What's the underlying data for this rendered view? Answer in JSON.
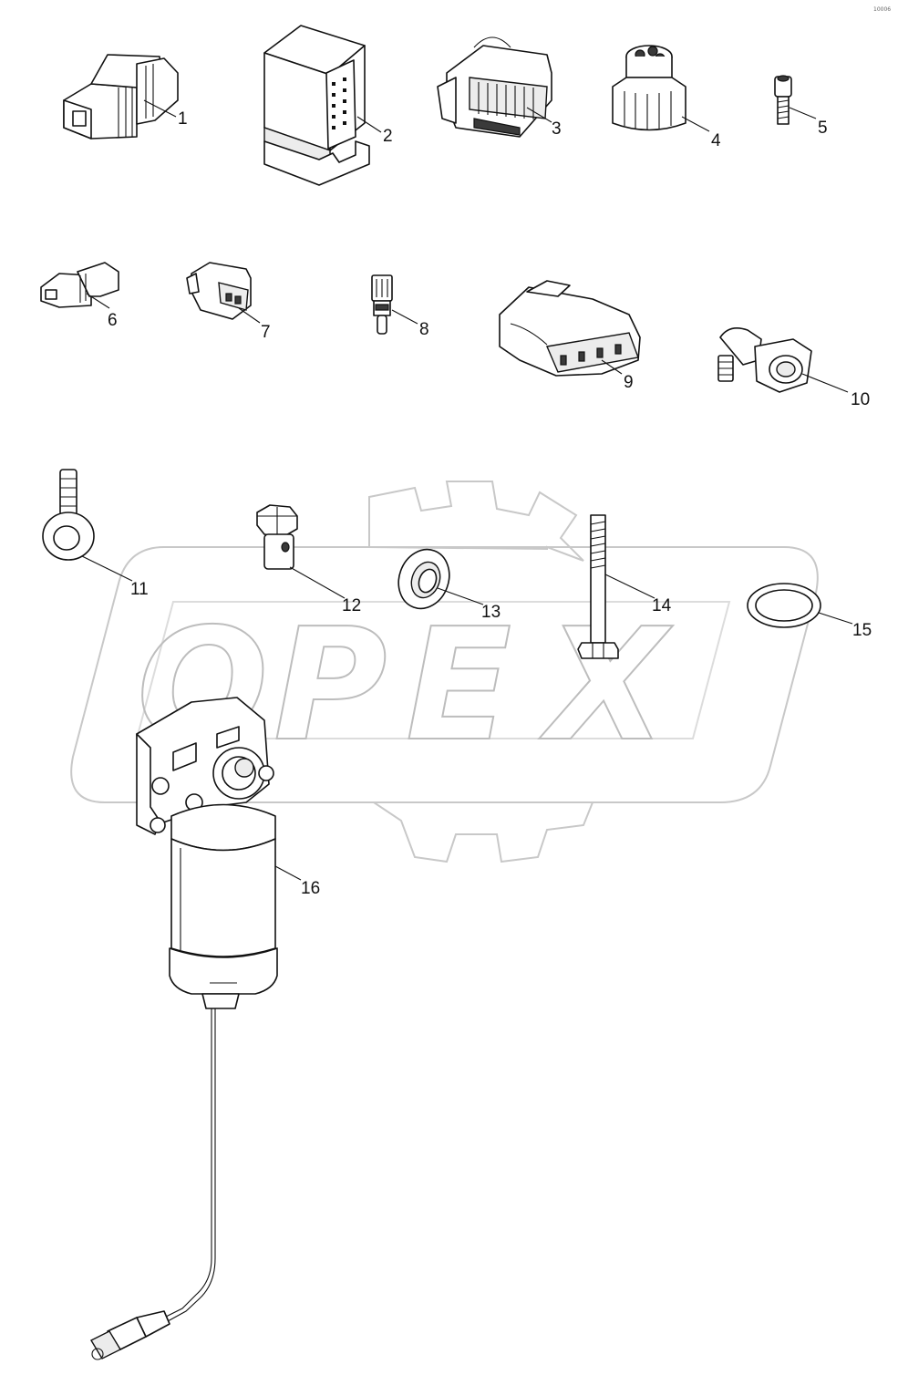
{
  "diagram": {
    "corner_mark": "10006",
    "watermark": {
      "text": "OPEX",
      "letters": [
        "O",
        "P",
        "E",
        "X"
      ]
    },
    "parts": [
      {
        "number": "1",
        "icon": "connector-2pin-icon"
      },
      {
        "number": "2",
        "icon": "relay-module-icon"
      },
      {
        "number": "3",
        "icon": "multipin-connector-icon"
      },
      {
        "number": "4",
        "icon": "round-connector-icon"
      },
      {
        "number": "5",
        "icon": "socket-head-screw-icon"
      },
      {
        "number": "6",
        "icon": "small-connector-icon"
      },
      {
        "number": "7",
        "icon": "clip-connector-icon"
      },
      {
        "number": "8",
        "icon": "temperature-sensor-icon"
      },
      {
        "number": "9",
        "icon": "4pin-connector-icon"
      },
      {
        "number": "10",
        "icon": "elbow-quick-connector-icon"
      },
      {
        "number": "11",
        "icon": "banjo-fitting-icon"
      },
      {
        "number": "12",
        "icon": "banjo-bolt-icon"
      },
      {
        "number": "13",
        "icon": "sealing-washer-icon"
      },
      {
        "number": "14",
        "icon": "long-bolt-icon"
      },
      {
        "number": "15",
        "icon": "o-ring-icon"
      },
      {
        "number": "16",
        "icon": "fuel-filter-assembly-icon"
      }
    ]
  }
}
